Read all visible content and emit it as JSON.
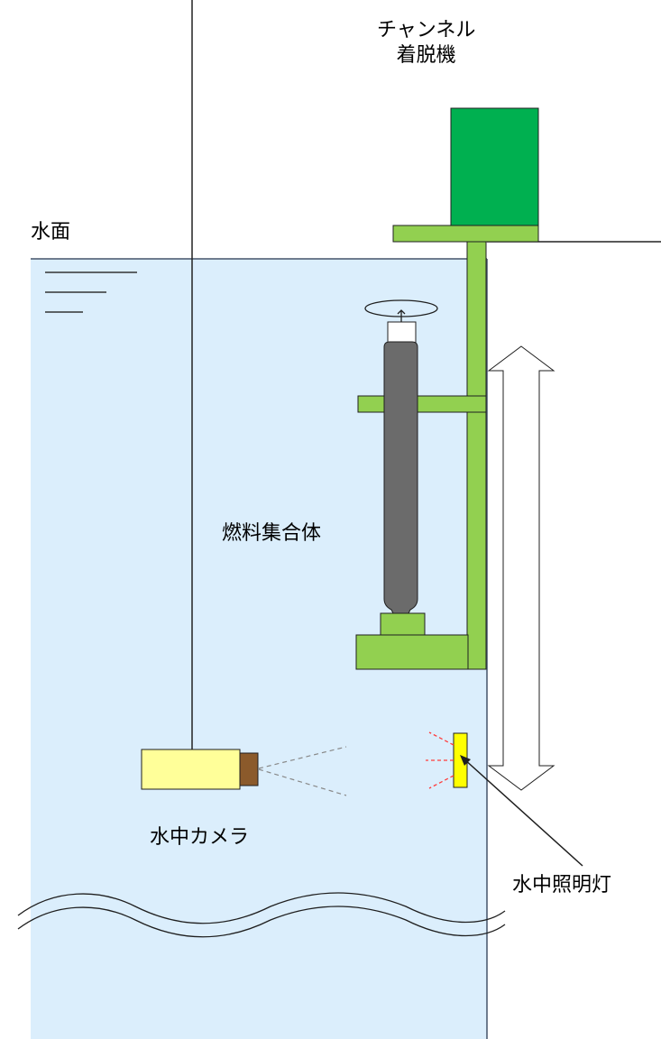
{
  "labels": {
    "machine_line1": "チャンネル",
    "machine_line2": "着脱機",
    "water_surface": "水面",
    "fuel_assembly": "燃料集合体",
    "underwater_camera": "水中カメラ",
    "underwater_light": "水中照明灯"
  },
  "colors": {
    "water": "#dbeefc",
    "frame_green": "#92d050",
    "machine_green": "#00b050",
    "rod_gray": "#6b6b6b",
    "camera_body": "#ffff99",
    "camera_lens": "#8b5a2b",
    "light_yellow": "#ffff00",
    "light_ray": "#ff3b3b",
    "outline": "#1f1f1f"
  }
}
